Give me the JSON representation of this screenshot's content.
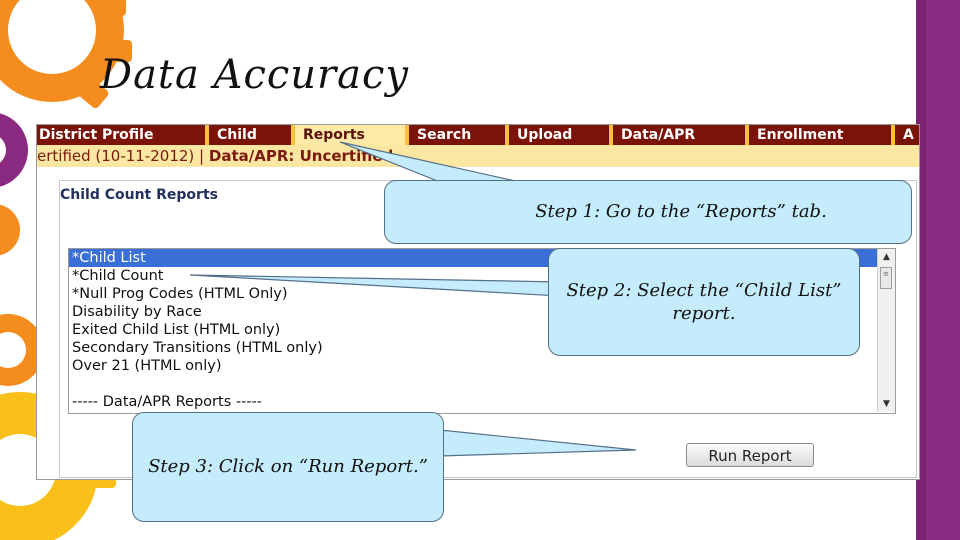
{
  "slide": {
    "title": "Data Accuracy",
    "colors": {
      "orange": "#f58d1e",
      "yellow": "#f9c019",
      "purple": "#8a2a80",
      "callout_fill": "#c4ecfd"
    }
  },
  "app": {
    "tabs": [
      "District Profile",
      "Child",
      "Reports",
      "Search",
      "Upload",
      "Data/APR",
      "Enrollment",
      "A"
    ],
    "active_tab": "Reports",
    "status": {
      "part1": "ertified (10-11-2012) | ",
      "part2": "Data/APR: Uncertified"
    },
    "panel_title": "Child Count Reports",
    "report_list": [
      "*Child List",
      "*Child Count",
      "*Null Prog Codes (HTML Only)",
      "Disability by Race",
      "Exited Child List (HTML only)",
      "Secondary Transitions (HTML only)",
      "Over 21 (HTML only)",
      "",
      "----- Data/APR Reports -----"
    ],
    "selected_report": "*Child List",
    "run_button": "Run Report",
    "scroll": {
      "up": "▲",
      "down": "▼",
      "thumb": "≡"
    }
  },
  "callouts": {
    "step1": "Step 1:  Go to the “Reports” tab.",
    "step2": "Step 2:  Select the “Child List” report.",
    "step3": "Step 3:  Click on  “Run Report.”"
  }
}
